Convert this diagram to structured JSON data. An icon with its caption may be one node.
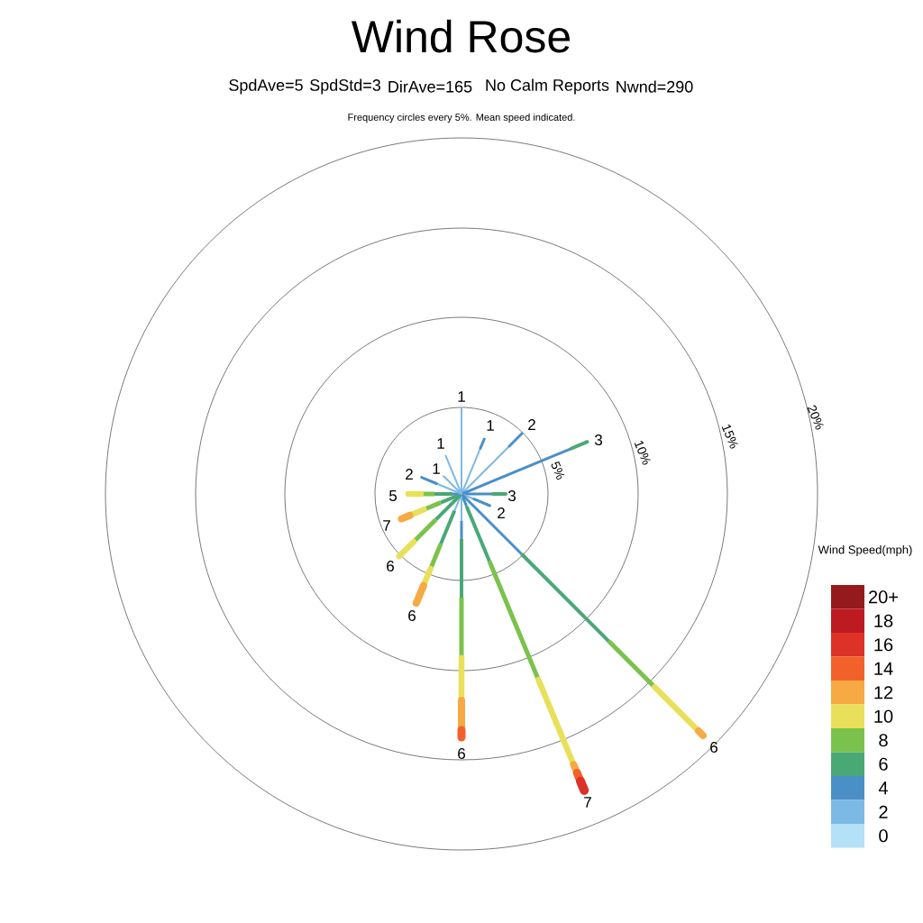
{
  "diagram": {
    "title": "Wind Rose",
    "labels": [
      "SpdAve=5",
      "SpdStd=3",
      "DirAve=165",
      "No Calm Reports",
      "Nwnd=290",
      "Frequency circles every 5%. Mean speed indicated.",
      "5%",
      "10%",
      "15%",
      "20%",
      "1",
      "1",
      "2",
      "3",
      "3",
      "2",
      "6",
      "7",
      "6",
      "6",
      "6",
      "7",
      "5",
      "2",
      "1",
      "1",
      "Wind Speed(mph)"
    ],
    "legend": [
      {
        "text": "20+",
        "color": "#951a1d"
      },
      {
        "text": "18",
        "color": "#bd1a22"
      },
      {
        "text": "16",
        "color": "#dd3227"
      },
      {
        "text": "14",
        "color": "#f3612b"
      },
      {
        "text": "12",
        "color": "#f7a943"
      },
      {
        "text": "10",
        "color": "#e8e05a"
      },
      {
        "text": "8",
        "color": "#7bc24c"
      },
      {
        "text": "6",
        "color": "#4aa876"
      },
      {
        "text": "4",
        "color": "#4a8fc8"
      },
      {
        "text": "2",
        "color": "#7db9e5"
      },
      {
        "text": "0",
        "color": "#b4e1f7"
      }
    ]
  }
}
